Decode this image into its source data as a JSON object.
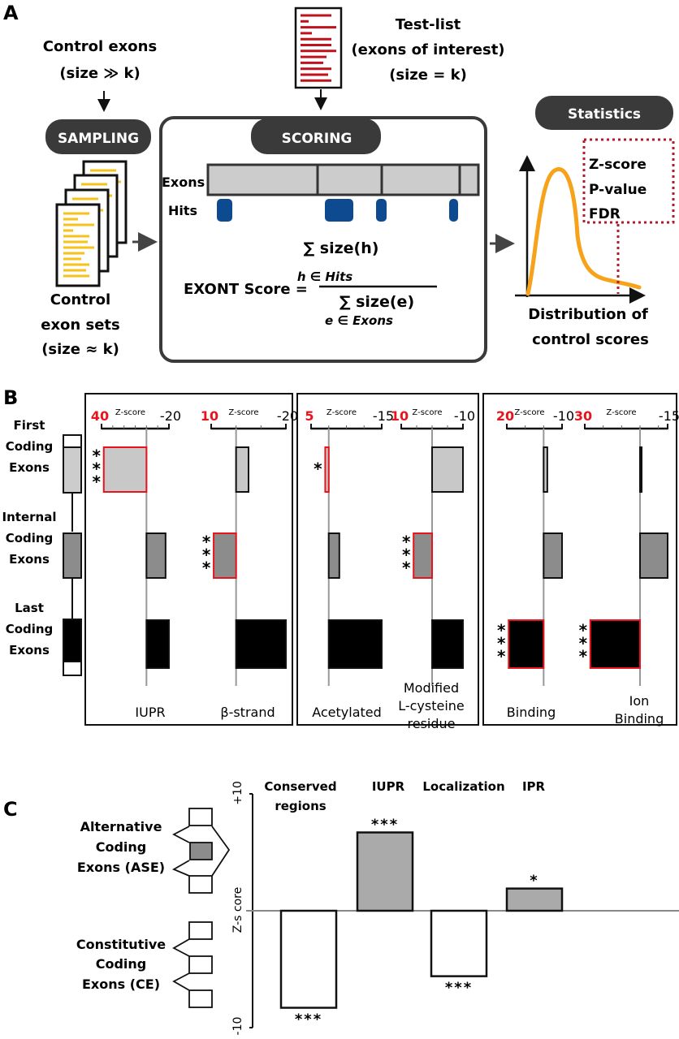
{
  "panels": {
    "a": {
      "letter": "A",
      "control_exons": {
        "line1": "Control exons",
        "line2": "(size ≫ k)"
      },
      "test_list": {
        "line1": "Test-list",
        "line2": "(exons of interest)",
        "line3": "(size = k)"
      },
      "sampling_label": "SAMPLING",
      "scoring_label": "SCORING",
      "statistics_label": "Statistics",
      "exons_label": "Exons",
      "hits_label": "Hits",
      "control_sets": {
        "line1": "Control",
        "line2": "exon sets",
        "line3": "(size ≈ k)"
      },
      "formula": {
        "lhs": "EXONT Score =",
        "numerator": "∑ size(h)",
        "numerator_sub": "h ∈ Hits",
        "denominator": "∑  size(e)",
        "denominator_sub": "e ∈ Exons"
      },
      "stats_box": [
        "Z-score",
        "P-value",
        "FDR"
      ],
      "distribution": {
        "line1": "Distribution of",
        "line2": "control scores"
      },
      "colors": {
        "orange": "#f7a21b",
        "hits": "#0d4a8f",
        "test_red": "#c0121c",
        "pill": "#3a3a3a",
        "dotted": "#b01c2c",
        "yellow": "#f7c21a"
      }
    },
    "b": {
      "letter": "B",
      "axis_label": "Z-score",
      "rows": [
        {
          "line1": "First",
          "line2": "Coding",
          "line3": "Exons"
        },
        {
          "line1": "Internal",
          "line2": "Coding",
          "line3": "Exons"
        },
        {
          "line1": "Last",
          "line2": "Coding",
          "line3": "Exons"
        }
      ]
    },
    "c": {
      "letter": "C",
      "ase": {
        "line1": "Alternative",
        "line2": "Coding",
        "line3": "Exons (ASE)"
      },
      "ce": {
        "line1": "Constitutive",
        "line2": "Coding",
        "line3": "Exons (CE)"
      },
      "y_axis_label": "Z-s core",
      "y_top": "+10",
      "y_bottom": "-10"
    }
  },
  "chart_data": [
    {
      "type": "bar",
      "title": "Panel B: Z-scores by exon position",
      "orientation": "horizontal",
      "categories": [
        "First Coding Exons",
        "Internal Coding Exons",
        "Last Coding Exons"
      ],
      "subplots": [
        {
          "name": "IUPR",
          "label_lines": [
            "IUPR"
          ],
          "xlim": [
            40,
            -20
          ],
          "values": [
            38,
            -17,
            -20
          ],
          "significance": [
            "***",
            "",
            ""
          ],
          "group": 1
        },
        {
          "name": "β-strand",
          "label_lines": [
            "β-strand"
          ],
          "xlim": [
            10,
            -20
          ],
          "values": [
            -5,
            9,
            -20
          ],
          "significance": [
            "",
            "***",
            ""
          ],
          "group": 1
        },
        {
          "name": "Acetylated",
          "label_lines": [
            "Acetylated"
          ],
          "xlim": [
            5,
            -15
          ],
          "values": [
            1,
            -3,
            -15
          ],
          "significance": [
            "*",
            "",
            ""
          ],
          "group": 2
        },
        {
          "name": "Modified L-cysteine residue",
          "label_lines": [
            "Modified",
            "L-cysteine",
            "residue"
          ],
          "xlim": [
            10,
            -10
          ],
          "values": [
            -10,
            6,
            -10
          ],
          "significance": [
            "",
            "***",
            ""
          ],
          "group": 2
        },
        {
          "name": "Binding",
          "label_lines": [
            "Binding"
          ],
          "xlim": [
            20,
            -10
          ],
          "values": [
            -2,
            -10,
            19
          ],
          "significance": [
            "",
            "",
            "***"
          ],
          "group": 3
        },
        {
          "name": "Ion Binding",
          "label_lines": [
            "Ion",
            "Binding"
          ],
          "xlim": [
            30,
            -15
          ],
          "values": [
            -0.3,
            -15,
            27
          ],
          "significance": [
            "",
            "",
            "***"
          ],
          "group": 3
        }
      ],
      "xlabel": "Z-score",
      "legend": "none"
    },
    {
      "type": "bar",
      "title": "Panel C: ASE vs CE Z-scores",
      "categories": [
        "Conserved regions",
        "IUPR",
        "Localization",
        "IPR"
      ],
      "category_lines": [
        [
          "Conserved",
          "regions"
        ],
        [
          "IUPR"
        ],
        [
          "Localization"
        ],
        [
          "IPR"
        ]
      ],
      "values": [
        -8.3,
        6.7,
        -5.6,
        1.9
      ],
      "significance": [
        "***",
        "***",
        "***",
        "*"
      ],
      "ylabel": "Z-s core",
      "ylim": [
        -10,
        10
      ],
      "ytick_labels": [
        "+10",
        "-10"
      ],
      "grid": false,
      "legend": "none"
    }
  ]
}
